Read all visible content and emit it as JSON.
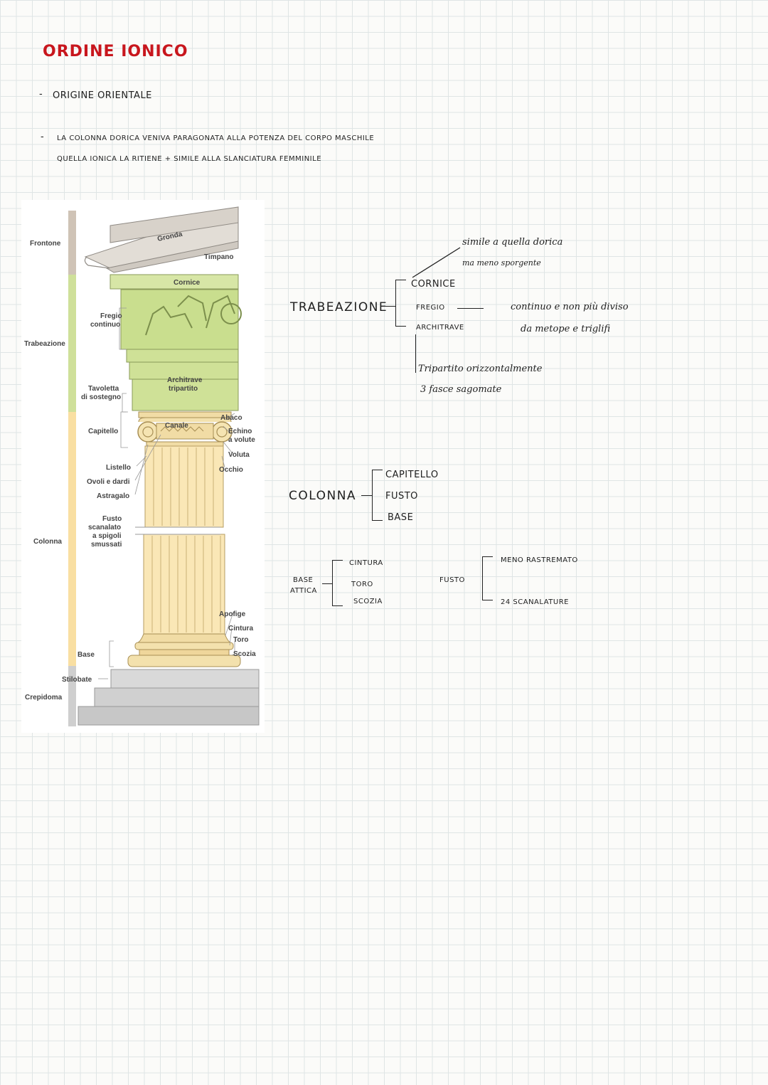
{
  "title": "ORDINE IONICO",
  "notes": {
    "bullet1": "ORIGINE ORIENTALE",
    "bullet2_line1": "LA COLONNA DORICA VENIVA PARAGONATA ALLA POTENZA DEL CORPO MASCHILE",
    "bullet2_line2": "QUELLA IONICA LA RITIENE + SIMILE ALLA SLANCIATURA FEMMINILE",
    "dash": "-"
  },
  "diagram": {
    "side_labels": {
      "frontone": "Frontone",
      "trabeazione": "Trabeazione",
      "colonna": "Colonna",
      "crepidoma": "Crepidoma"
    },
    "labels": {
      "gronda": "Gronda",
      "timpano": "Timpano",
      "cornice": "Cornice",
      "fregio": "Fregio",
      "fregio2": "continuo",
      "architrave": "Architrave",
      "architrave2": "tripartito",
      "tavoletta": "Tavoletta",
      "tavoletta2": "di sostegno",
      "abaco": "Abaco",
      "canale": "Canale",
      "capitello": "Capitello",
      "echino": "Echino",
      "echino2": "a volute",
      "voluta": "Voluta",
      "occhio": "Occhio",
      "listello": "Listello",
      "ovoli": "Ovoli e dardi",
      "astragalo": "Astragalo",
      "fusto1": "Fusto",
      "fusto2": "scanalato",
      "fusto3": "a spigoli",
      "fusto4": "smussati",
      "apofige": "Apofige",
      "cintura": "Cintura",
      "toro": "Toro",
      "scozia": "Scozia",
      "base": "Base",
      "stilobate": "Stilobate"
    }
  },
  "trabeazione": {
    "label": "TRABEAZIONE",
    "items": [
      "CORNICE",
      "FREGIO",
      "ARCHITRAVE"
    ],
    "cornice_note_1": "simile a quella dorica",
    "cornice_note_2": "ma meno sporgente",
    "fregio_note_1": "continuo e non più diviso",
    "fregio_note_2": "da metope e triglifi",
    "architrave_note_1": "Tripartito orizzontalmente",
    "architrave_note_2": "3 fasce sagomate"
  },
  "colonna": {
    "label": "COLONNA",
    "items": [
      "CAPITELLO",
      "FUSTO",
      "BASE"
    ]
  },
  "base_attica": {
    "label_1": "BASE",
    "label_2": "ATTICA",
    "items": [
      "CINTURA",
      "TORO",
      "SCOZIA"
    ]
  },
  "fusto": {
    "label": "FUSTO",
    "items": [
      "MENO RASTREMATO",
      "24 SCANALATURE"
    ]
  }
}
